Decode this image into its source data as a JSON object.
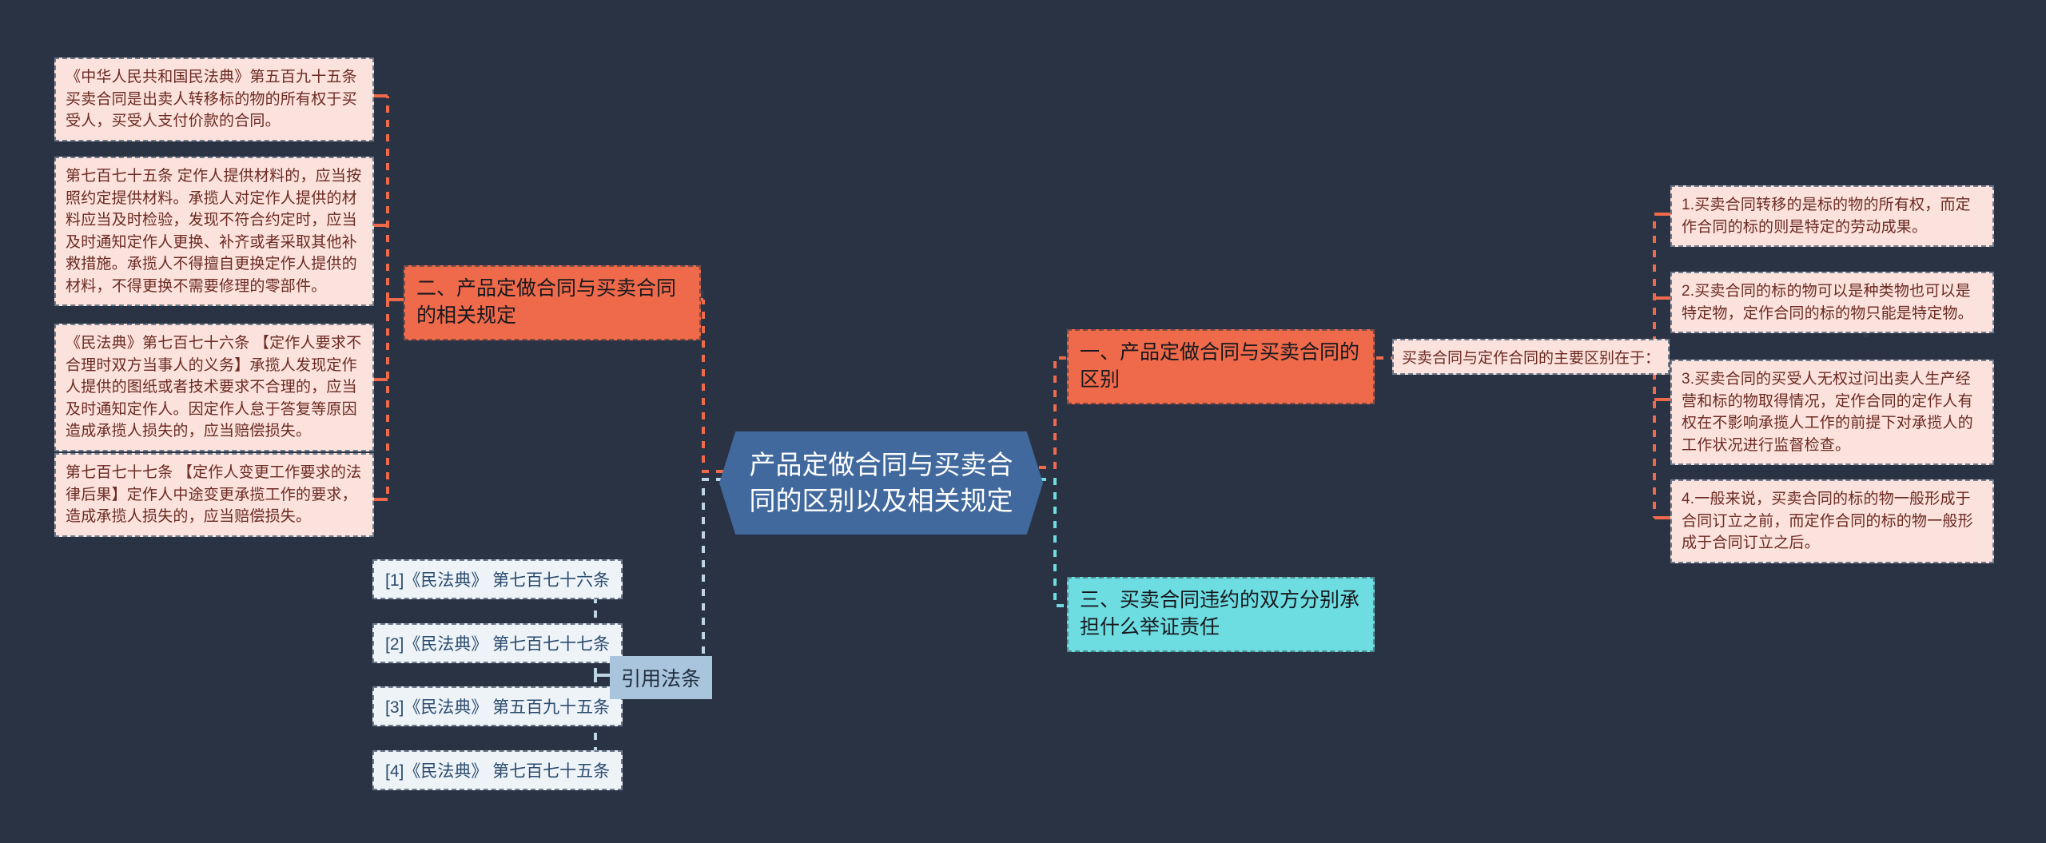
{
  "center": {
    "title": "产品定做合同与买卖合同的区别以及相关规定"
  },
  "branches": {
    "difference": {
      "label": "一、产品定做合同与买卖合同的区别",
      "color": "#ef6a4b",
      "connector_label": "买卖合同与定作合同的主要区别在于：",
      "points": [
        "1.买卖合同转移的是标的物的所有权，而定作合同的标的则是特定的劳动成果。",
        "2.买卖合同的标的物可以是种类物也可以是特定物，定作合同的标的物只能是特定物。",
        "3.买卖合同的买受人无权过问出卖人生产经营和标的物取得情况，定作合同的定作人有权在不影响承揽人工作的前提下对承揽人的工作状况进行监督检查。",
        "4.一般来说，买卖合同的标的物一般形成于合同订立之前，而定作合同的标的物一般形成于合同订立之后。"
      ]
    },
    "regulations": {
      "label": "二、产品定做合同与买卖合同的相关规定",
      "color": "#ef6a4b",
      "articles": [
        "《中华人民共和国民法典》第五百九十五条 买卖合同是出卖人转移标的物的所有权于买受人，买受人支付价款的合同。",
        "第七百七十五条 定作人提供材料的，应当按照约定提供材料。承揽人对定作人提供的材料应当及时检验，发现不符合约定时，应当及时通知定作人更换、补齐或者采取其他补救措施。承揽人不得擅自更换定作人提供的材料，不得更换不需要修理的零部件。",
        "《民法典》第七百七十六条 【定作人要求不合理时双方当事人的义务】承揽人发现定作人提供的图纸或者技术要求不合理的，应当及时通知定作人。因定作人怠于答复等原因造成承揽人损失的，应当赔偿损失。",
        "第七百七十七条 【定作人变更工作要求的法律后果】定作人中途变更承揽工作的要求，造成承揽人损失的，应当赔偿损失。"
      ]
    },
    "liability": {
      "label": "三、买卖合同违约的双方分别承担什么举证责任",
      "color": "#6edde1"
    },
    "citations": {
      "label": "引用法条",
      "color": "#a9c5dd",
      "items": [
        "[1]《民法典》 第七百七十六条",
        "[2]《民法典》 第七百七十七条",
        "[3]《民法典》 第五百九十五条",
        "[4]《民法典》 第七百七十五条"
      ]
    }
  },
  "theme": {
    "background": "#2a3344",
    "pink_box": "#fbe2dc",
    "pink_text": "#6b2a22",
    "center_node": "#41699e",
    "cite_box": "#edf3f7",
    "cite_text": "#2c4b6e"
  }
}
